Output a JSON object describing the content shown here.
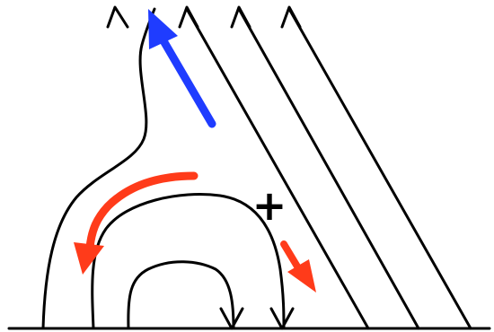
{
  "diagram": {
    "plus_label": "+",
    "colors": {
      "field_line": "#000000",
      "blue_arrow": "#1f3cff",
      "red_arrow": "#ff3b1a",
      "background": "#ffffff"
    },
    "icons": {
      "plus": "plus-sign",
      "field_arrows": "open-chevron-arrowheads",
      "flow_arrows": "solid-triangle-arrowheads"
    }
  }
}
